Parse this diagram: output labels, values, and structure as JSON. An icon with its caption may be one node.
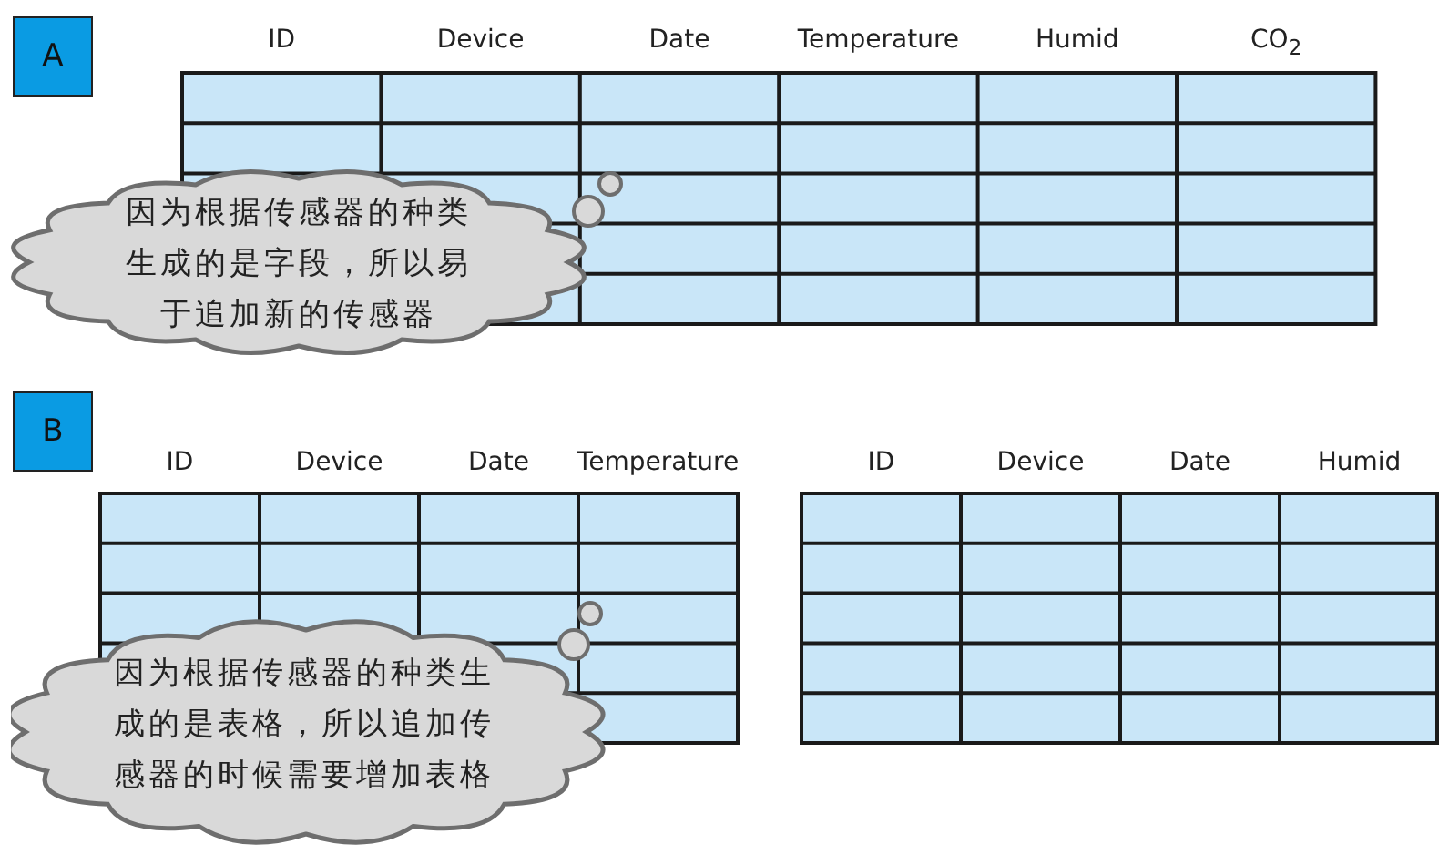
{
  "diagram": {
    "nodes": [
      {
        "text": [
          "A"
        ]
      },
      {
        "text": [
          "因为根据传感器的种类生成的是字段，所以易于追加新的传感器"
        ]
      },
      {
        "text": [
          "B"
        ]
      },
      {
        "text": [
          "因为根据传感器的种类生成的是表格，所以追加传感器的时候需要增加表格"
        ]
      }
    ],
    "labels": [
      "ID",
      "Device",
      "Date",
      "Temperature",
      "Humid",
      "CO$_{2}$",
      "ID",
      "Device",
      "Date",
      "Temperature",
      "ID",
      "Device",
      "Date",
      "Humid"
    ]
  }
}
